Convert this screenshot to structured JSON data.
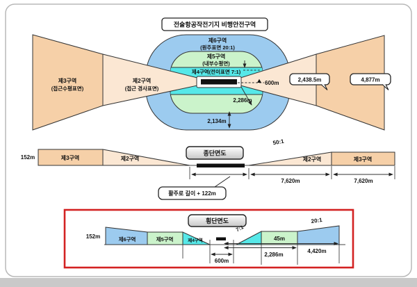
{
  "title": "전술항공작전기지 비행안전구역",
  "plan_view": {
    "zone6_name": "제6구역",
    "zone6_sub": "(원주표면 20:1)",
    "zone5_name": "제5구역",
    "zone5_sub": "(내부수평면)",
    "zone4_label": "제4구역(전이표면 7:1)",
    "zone3_left_name": "제3구역",
    "zone3_left_sub": "(접근수평표면)",
    "zone2_left_name": "제2구역",
    "zone2_left_sub": "(접근 경사표면)",
    "dim_600m": "600m",
    "dim_2286m": "2,286m",
    "dim_2134m": "2,134m",
    "callout_inner": "2,438.5m",
    "callout_outer": "4,877m"
  },
  "longitudinal_section": {
    "label": "종단면도",
    "height_left": "152m",
    "zone3_left": "제3구역",
    "zone2_left": "제2구역",
    "slope": "50:1",
    "zone2_right": "제2구역",
    "zone3_right": "제3구역",
    "dim_7620_a": "7,620m",
    "dim_7620_b": "7,620m",
    "runway_callout": "활주로 길이 + 122m"
  },
  "cross_section": {
    "label": "횡단면도",
    "height_left": "152m",
    "zone6": "제6구역",
    "zone5": "제5구역",
    "zone4": "제4구역",
    "slope_transition": "7:1",
    "width_45m": "45m",
    "slope_conical": "20:1",
    "dim_600m": "600m",
    "dim_2286m": "2,286m",
    "dim_4420m": "4,420m"
  },
  "colors": {
    "approach_dark": "#F6D0A8",
    "approach_light": "#FBE7D3",
    "conical_blue": "#9CCBEF",
    "horizontal_green": "#CBF3CB",
    "transition_cyan": "#56E8E8",
    "zone_text_navy": "#19198C",
    "red_frame": "#D32222",
    "runway_black": "#111111"
  }
}
